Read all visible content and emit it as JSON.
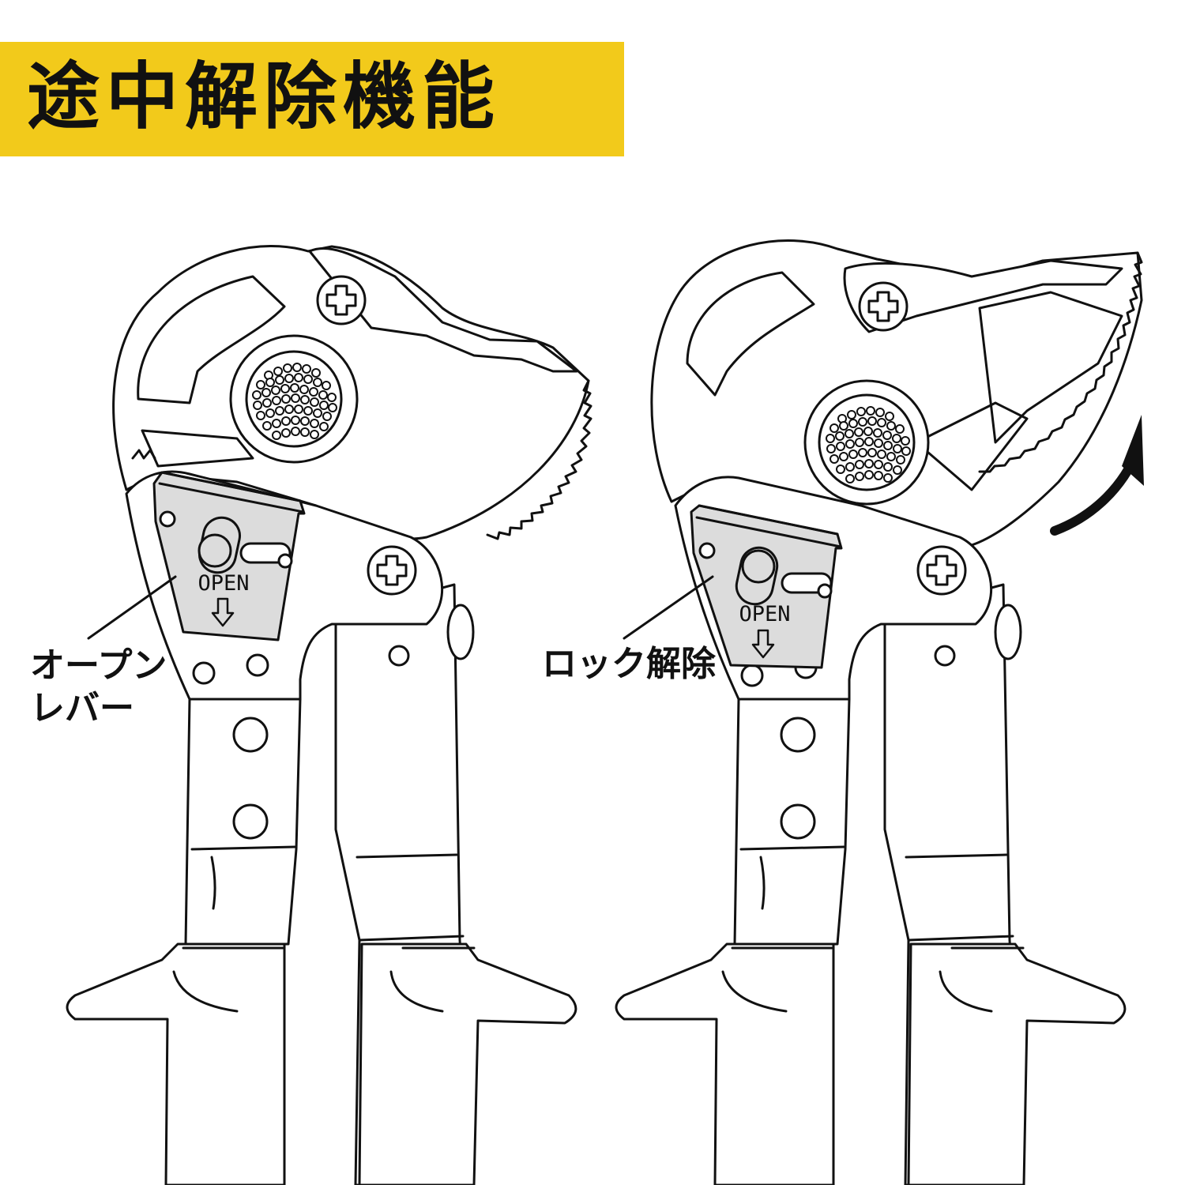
{
  "banner": {
    "title": "途中解除機能",
    "background_color": "#f2ca1b"
  },
  "left_tool": {
    "lever_text": "OPEN",
    "callout": {
      "line1": "オープン",
      "line2": "レバー"
    }
  },
  "right_tool": {
    "lever_text": "OPEN",
    "callout": "ロック解除"
  },
  "colors": {
    "line": "#111111",
    "lever_plate": "#dcdcdc",
    "background": "#ffffff"
  },
  "icons": [
    "screw-icon",
    "down-arrow-icon",
    "rotation-arrow-icon"
  ]
}
